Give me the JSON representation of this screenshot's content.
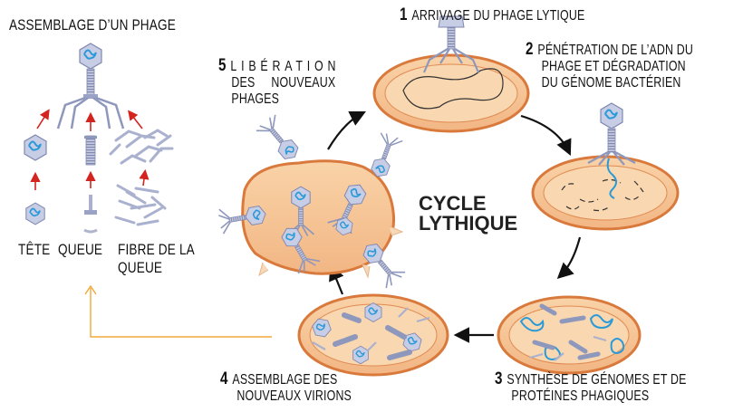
{
  "assembly": {
    "title": "ASSEMBLAGE D’UN PHAGE",
    "tete": "TÊTE",
    "queue": "QUEUE",
    "fibre_line1": "FIBRE DE LA",
    "fibre_line2": "QUEUE"
  },
  "cycle_title_line1": "CYCLE",
  "cycle_title_line2": "LYTHIQUE",
  "steps": [
    {
      "number": "1",
      "lines": [
        "ARRIVAGE DU PHAGE LYTIQUE"
      ]
    },
    {
      "number": "2",
      "lines": [
        "PÉNÉTRATION DE L’ADN DU",
        "PHAGE ET DÉGRADATION",
        "DU GÉNOME BACTÉRIEN"
      ]
    },
    {
      "number": "3",
      "lines": [
        "SYNTHÈSE DE GÉNOMES ET DE",
        "PROTÉINES PHAGIQUES"
      ]
    },
    {
      "number": "4",
      "lines": [
        "ASSEMBLAGE DES",
        "NOUVEAUX VIRIONS"
      ]
    },
    {
      "number": "5",
      "lines": [
        "LIBÉRATION",
        "DES NOUVEAUX",
        "PHAGES"
      ]
    }
  ],
  "colors": {
    "cell_fill": "#f6c79a",
    "cell_inner": "#f9d7b0",
    "cell_border": "#d97a3c",
    "phage_blue": "#2a9ad8",
    "phage_grey": "#9aa3c6",
    "arrow_red": "#d4241f",
    "arrow_black": "#111111",
    "link_orange": "#f1a93a"
  }
}
